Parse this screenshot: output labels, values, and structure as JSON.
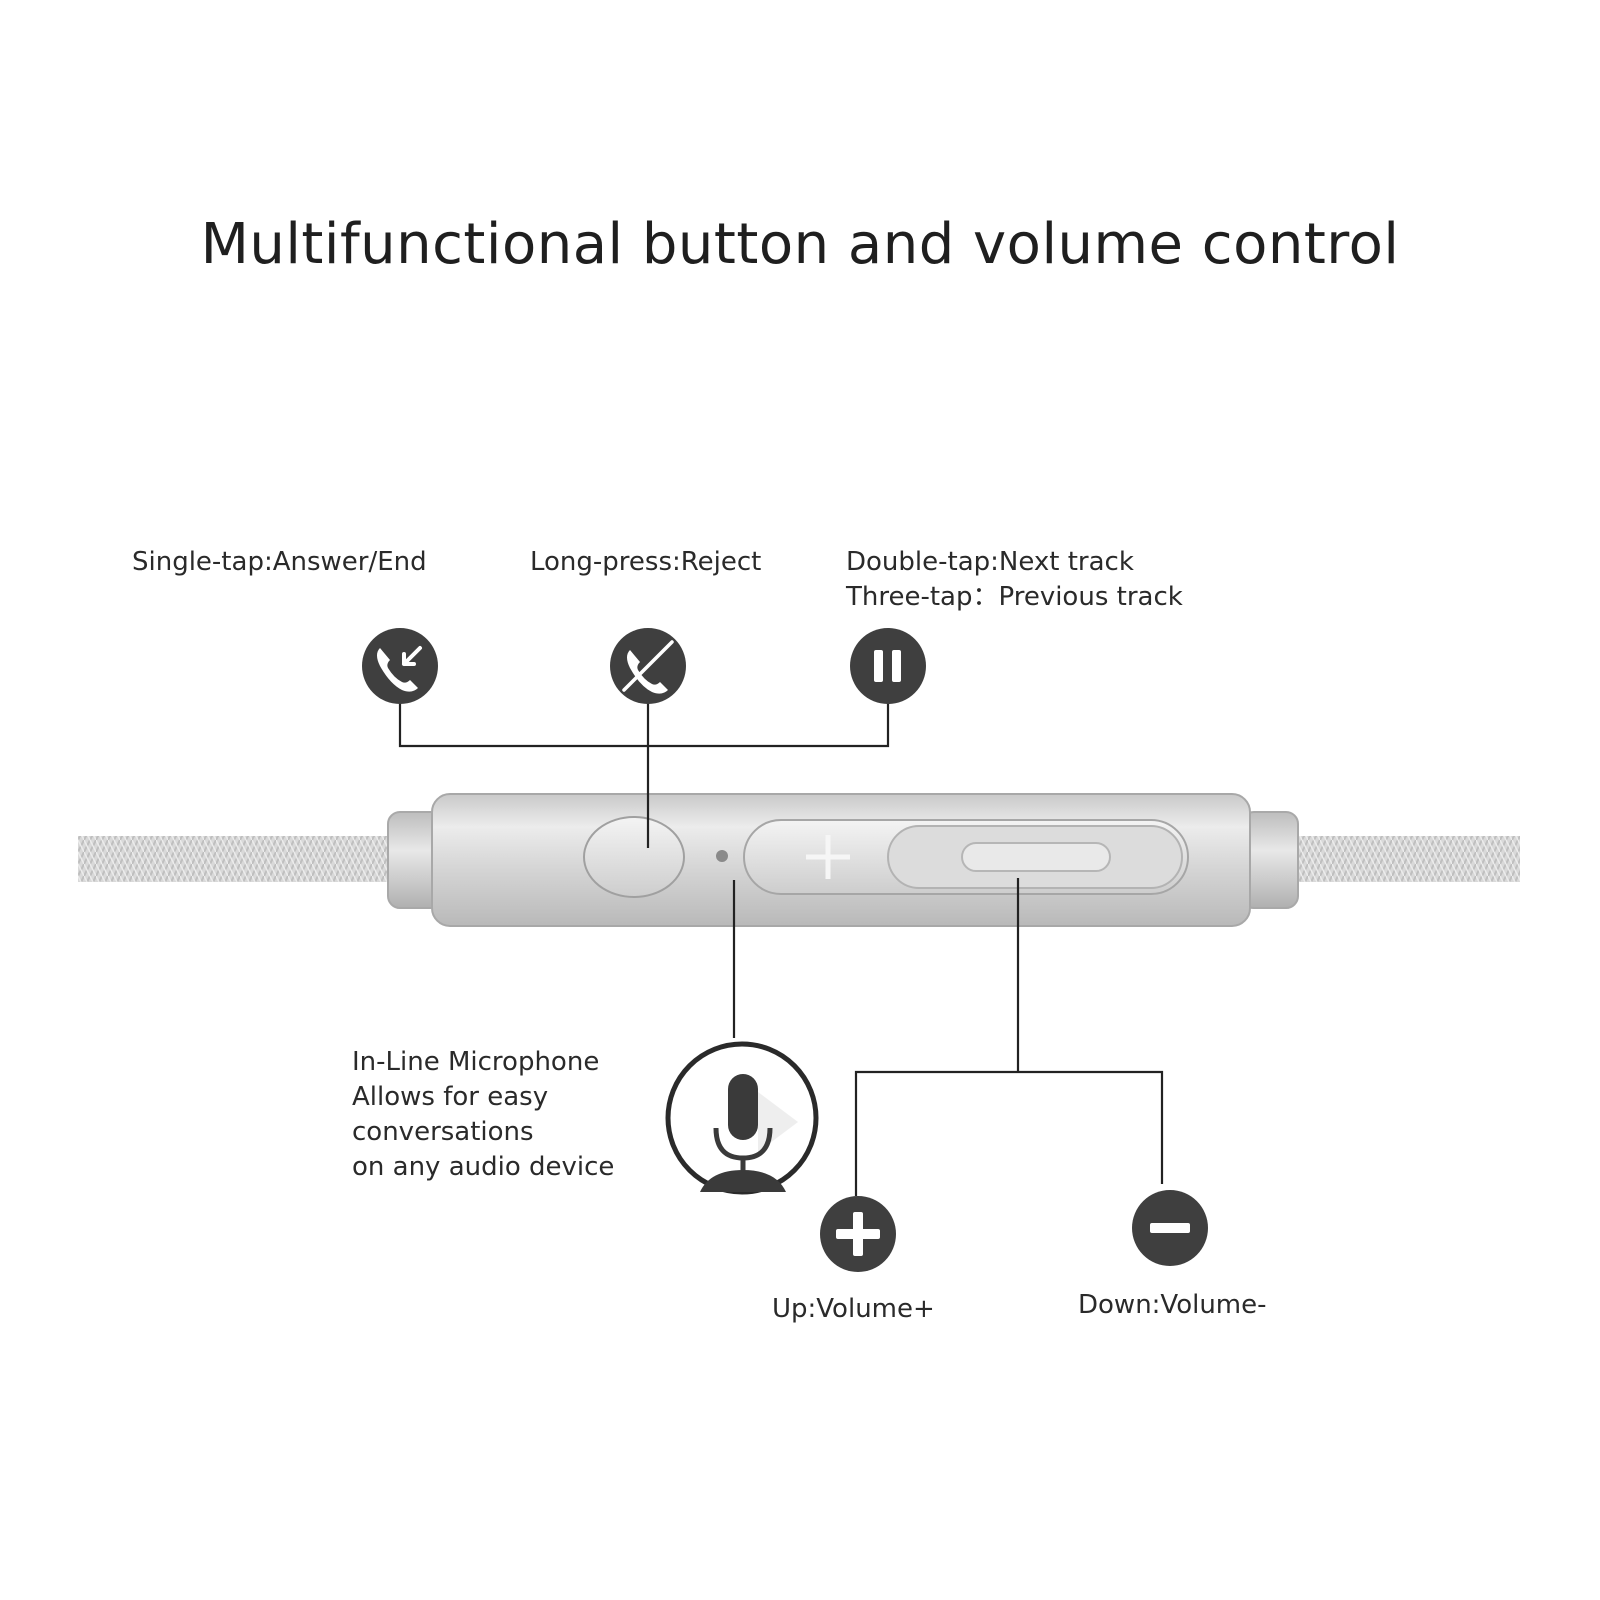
{
  "title": "Multifunctional button and volume control",
  "labels": {
    "single_tap": "Single-tap:Answer/End",
    "long_press": "Long-press:Reject",
    "double_tap": "Double-tap:Next track",
    "three_tap": "Three-tap：Previous track",
    "mic_line1": "In-Line Microphone",
    "mic_line2": "Allows for easy",
    "mic_line3": "conversations",
    "mic_line4": "on any audio device",
    "vol_up": "Up:Volume+",
    "vol_down": "Down:Volume-"
  },
  "icons": {
    "answer": "phone-answer-icon",
    "reject": "phone-reject-icon",
    "pause": "pause-icon",
    "microphone": "microphone-icon",
    "plus": "plus-icon",
    "minus": "minus-icon"
  },
  "colors": {
    "icon_fill": "#3f3f3f",
    "remote_body": "#d2d2d2",
    "cable": "#cfcfcf",
    "line": "#222222"
  }
}
